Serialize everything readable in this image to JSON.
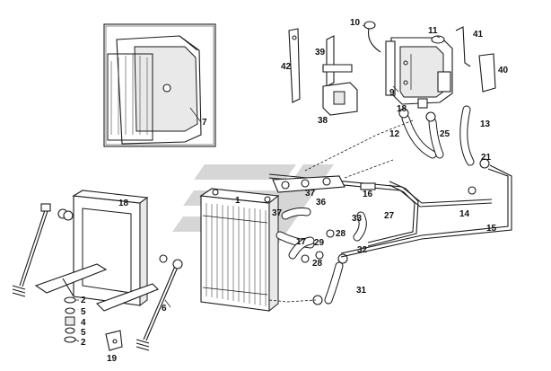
{
  "callouts": [
    {
      "id": "c1",
      "label": "1"
    },
    {
      "id": "c2a",
      "label": "2"
    },
    {
      "id": "c2b",
      "label": "2"
    },
    {
      "id": "c4",
      "label": "4"
    },
    {
      "id": "c5a",
      "label": "5"
    },
    {
      "id": "c5b",
      "label": "5"
    },
    {
      "id": "c6",
      "label": "6"
    },
    {
      "id": "c7",
      "label": "7"
    },
    {
      "id": "c9",
      "label": "9"
    },
    {
      "id": "c10",
      "label": "10"
    },
    {
      "id": "c11",
      "label": "11"
    },
    {
      "id": "c12",
      "label": "12"
    },
    {
      "id": "c13",
      "label": "13"
    },
    {
      "id": "c14",
      "label": "14"
    },
    {
      "id": "c15",
      "label": "15"
    },
    {
      "id": "c16",
      "label": "16"
    },
    {
      "id": "c17",
      "label": "17"
    },
    {
      "id": "c18",
      "label": "18"
    },
    {
      "id": "c18b",
      "label": "18"
    },
    {
      "id": "c19",
      "label": "19"
    },
    {
      "id": "c21",
      "label": "21"
    },
    {
      "id": "c25",
      "label": "25"
    },
    {
      "id": "c27",
      "label": "27"
    },
    {
      "id": "c28a",
      "label": "28"
    },
    {
      "id": "c28b",
      "label": "28"
    },
    {
      "id": "c29",
      "label": "29"
    },
    {
      "id": "c31",
      "label": "31"
    },
    {
      "id": "c32",
      "label": "32"
    },
    {
      "id": "c33",
      "label": "33"
    },
    {
      "id": "c36",
      "label": "36"
    },
    {
      "id": "c37a",
      "label": "37"
    },
    {
      "id": "c37b",
      "label": "37"
    },
    {
      "id": "c38",
      "label": "38"
    },
    {
      "id": "c39",
      "label": "39"
    },
    {
      "id": "c40",
      "label": "40"
    },
    {
      "id": "c41",
      "label": "41"
    },
    {
      "id": "c42",
      "label": "42"
    }
  ],
  "colors": {
    "line": "#1a1a1a",
    "watermark": "#d6d6d6",
    "background": "#ffffff"
  }
}
